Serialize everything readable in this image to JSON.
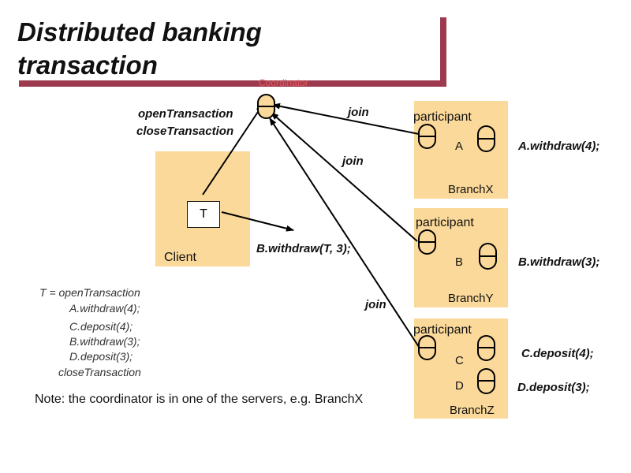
{
  "title": {
    "line1": "Distributed banking",
    "line2": "transaction"
  },
  "coordinator_label": "Coordinator",
  "client": {
    "label": "Client",
    "transaction_box": "T"
  },
  "client_calls": {
    "open": "openTransaction",
    "close": "closeTransaction",
    "call": "B.withdraw(T, 3);"
  },
  "join_labels": [
    "join",
    "join",
    "join"
  ],
  "branches": [
    {
      "role": "participant",
      "name": "BranchX",
      "accounts": [
        "A"
      ],
      "operations": [
        "A.withdraw(4);"
      ]
    },
    {
      "role": "participant",
      "name": "BranchY",
      "accounts": [
        "B"
      ],
      "operations": [
        "B.withdraw(3);"
      ]
    },
    {
      "role": "participant",
      "name": "BranchZ",
      "accounts": [
        "C",
        "D"
      ],
      "operations": [
        "C.deposit(4);",
        "D.deposit(3);"
      ]
    }
  ],
  "code": [
    "T = openTransaction",
    "A.withdraw(4);",
    "C.deposit(4);",
    "B.withdraw(3);",
    "D.deposit(3);",
    "closeTransaction"
  ],
  "note": "Note: the coordinator is in one of the servers, e.g. BranchX"
}
